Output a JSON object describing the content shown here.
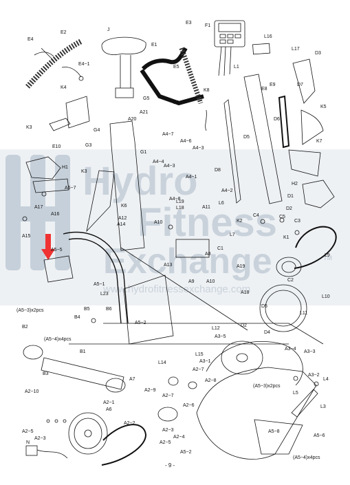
{
  "page_number": "- 9 -",
  "watermark": {
    "line1": "Hydro",
    "line2": "Fitness",
    "line3": "Exchange",
    "url": "www.hydrofitnessexchange.com",
    "tm": "TM",
    "accent_color": "#ef3333"
  },
  "notes": {
    "a5_3_x2_left": "(A5−3)x2pcs",
    "a5_4_x4_left": "(A5−4)x4pcs",
    "a5_3_x2_right": "(A5−3)x2pcs",
    "a5_4_x4_right": "(A5−4)x4pcs"
  },
  "callouts": [
    {
      "id": "e2",
      "text": "E2"
    },
    {
      "id": "e4",
      "text": "E4"
    },
    {
      "id": "e4_1",
      "text": "E4−1"
    },
    {
      "id": "j",
      "text": "J"
    },
    {
      "id": "e1",
      "text": "E1"
    },
    {
      "id": "e3",
      "text": "E3"
    },
    {
      "id": "f1",
      "text": "F1"
    },
    {
      "id": "l16",
      "text": "L16"
    },
    {
      "id": "l17",
      "text": "L17"
    },
    {
      "id": "d3",
      "text": "D3"
    },
    {
      "id": "k4",
      "text": "K4"
    },
    {
      "id": "e5",
      "text": "E5"
    },
    {
      "id": "l1",
      "text": "L1"
    },
    {
      "id": "e8",
      "text": "E8"
    },
    {
      "id": "e9",
      "text": "E9"
    },
    {
      "id": "d7",
      "text": "D7"
    },
    {
      "id": "g5",
      "text": "G5"
    },
    {
      "id": "e6",
      "text": "E6"
    },
    {
      "id": "k8",
      "text": "K8"
    },
    {
      "id": "a21",
      "text": "A21"
    },
    {
      "id": "k5",
      "text": "K5"
    },
    {
      "id": "a20",
      "text": "A20"
    },
    {
      "id": "k3_top",
      "text": "K3"
    },
    {
      "id": "d6",
      "text": "D6"
    },
    {
      "id": "g4",
      "text": "G4"
    },
    {
      "id": "e10",
      "text": "E10"
    },
    {
      "id": "g3",
      "text": "G3"
    },
    {
      "id": "a4_7",
      "text": "A4−7"
    },
    {
      "id": "d5_top",
      "text": "D5"
    },
    {
      "id": "a4_6",
      "text": "A4−6"
    },
    {
      "id": "k7",
      "text": "K7"
    },
    {
      "id": "g1",
      "text": "G1"
    },
    {
      "id": "a4_3a",
      "text": "A4−3"
    },
    {
      "id": "a4_4",
      "text": "A4−4"
    },
    {
      "id": "a4_3b",
      "text": "A4−3"
    },
    {
      "id": "d8",
      "text": "D8"
    },
    {
      "id": "h1",
      "text": "H1"
    },
    {
      "id": "k3_mid",
      "text": "K3"
    },
    {
      "id": "a4_1",
      "text": "A4−1"
    },
    {
      "id": "h2",
      "text": "H2"
    },
    {
      "id": "a5_7",
      "text": "A5−7"
    },
    {
      "id": "a4_2",
      "text": "A4−2"
    },
    {
      "id": "d1",
      "text": "D1"
    },
    {
      "id": "a4_8",
      "text": "A4−8"
    },
    {
      "id": "l19",
      "text": "L19"
    },
    {
      "id": "l18",
      "text": "L18"
    },
    {
      "id": "l6",
      "text": "L6"
    },
    {
      "id": "d2",
      "text": "D2"
    },
    {
      "id": "a17",
      "text": "A17"
    },
    {
      "id": "k6",
      "text": "K6"
    },
    {
      "id": "a11",
      "text": "A11"
    },
    {
      "id": "a16",
      "text": "A16"
    },
    {
      "id": "a12",
      "text": "A12"
    },
    {
      "id": "a10_top",
      "text": "A10"
    },
    {
      "id": "a14",
      "text": "A14"
    },
    {
      "id": "k2",
      "text": "K2"
    },
    {
      "id": "c4",
      "text": "C4"
    },
    {
      "id": "c5",
      "text": "C5"
    },
    {
      "id": "c3",
      "text": "C3"
    },
    {
      "id": "a15",
      "text": "A15"
    },
    {
      "id": "l7",
      "text": "L7"
    },
    {
      "id": "k1",
      "text": "K1"
    },
    {
      "id": "c1",
      "text": "C1"
    },
    {
      "id": "a5_5",
      "text": "A5−5"
    },
    {
      "id": "a8",
      "text": "A8"
    },
    {
      "id": "l9",
      "text": "L9"
    },
    {
      "id": "a13",
      "text": "A13"
    },
    {
      "id": "a19",
      "text": "A19"
    },
    {
      "id": "c2",
      "text": "C2"
    },
    {
      "id": "a9",
      "text": "A9"
    },
    {
      "id": "a10_mid",
      "text": "A10"
    },
    {
      "id": "a5_1",
      "text": "A5−1"
    },
    {
      "id": "a18",
      "text": "A18"
    },
    {
      "id": "l23",
      "text": "L23"
    },
    {
      "id": "l10",
      "text": "L10"
    },
    {
      "id": "b5",
      "text": "B5"
    },
    {
      "id": "b6",
      "text": "B6"
    },
    {
      "id": "d5_mid",
      "text": "D5"
    },
    {
      "id": "l11",
      "text": "L11"
    },
    {
      "id": "b4",
      "text": "B4"
    },
    {
      "id": "a5_2",
      "text": "A5−2"
    },
    {
      "id": "l12",
      "text": "L12"
    },
    {
      "id": "d2_mid",
      "text": "D2"
    },
    {
      "id": "a3_5",
      "text": "A3−5"
    },
    {
      "id": "d4",
      "text": "D4"
    },
    {
      "id": "b2",
      "text": "B2"
    },
    {
      "id": "a3_4",
      "text": "A3−4"
    },
    {
      "id": "a3_3",
      "text": "A3−3"
    },
    {
      "id": "b1",
      "text": "B1"
    },
    {
      "id": "a3_1",
      "text": "A3−1"
    },
    {
      "id": "l14",
      "text": "L14"
    },
    {
      "id": "l15",
      "text": "L15"
    },
    {
      "id": "a3_2",
      "text": "A3−2"
    },
    {
      "id": "a2_7a",
      "text": "A2−7"
    },
    {
      "id": "l4",
      "text": "L4"
    },
    {
      "id": "b3",
      "text": "B3"
    },
    {
      "id": "a7",
      "text": "A7"
    },
    {
      "id": "a2_8",
      "text": "A2−8"
    },
    {
      "id": "l5",
      "text": "L5"
    },
    {
      "id": "a2_10",
      "text": "A2−10"
    },
    {
      "id": "a2_9",
      "text": "A2−9"
    },
    {
      "id": "a2_7b",
      "text": "A2−7"
    },
    {
      "id": "a2_6",
      "text": "A2−6"
    },
    {
      "id": "l3",
      "text": "L3"
    },
    {
      "id": "a2_1",
      "text": "A2−1"
    },
    {
      "id": "a6",
      "text": "A6"
    },
    {
      "id": "a2_2",
      "text": "A2−2"
    },
    {
      "id": "a2_5",
      "text": "A2−5"
    },
    {
      "id": "a2_3a",
      "text": "A2−3"
    },
    {
      "id": "a2_3b",
      "text": "A2−3"
    },
    {
      "id": "a2_4",
      "text": "A2−4"
    },
    {
      "id": "a5_8",
      "text": "A5−8"
    },
    {
      "id": "a5_6",
      "text": "A5−6"
    },
    {
      "id": "n",
      "text": "N"
    },
    {
      "id": "a2_5b",
      "text": "A2−5"
    },
    {
      "id": "a5_2b",
      "text": "A5−2"
    }
  ]
}
